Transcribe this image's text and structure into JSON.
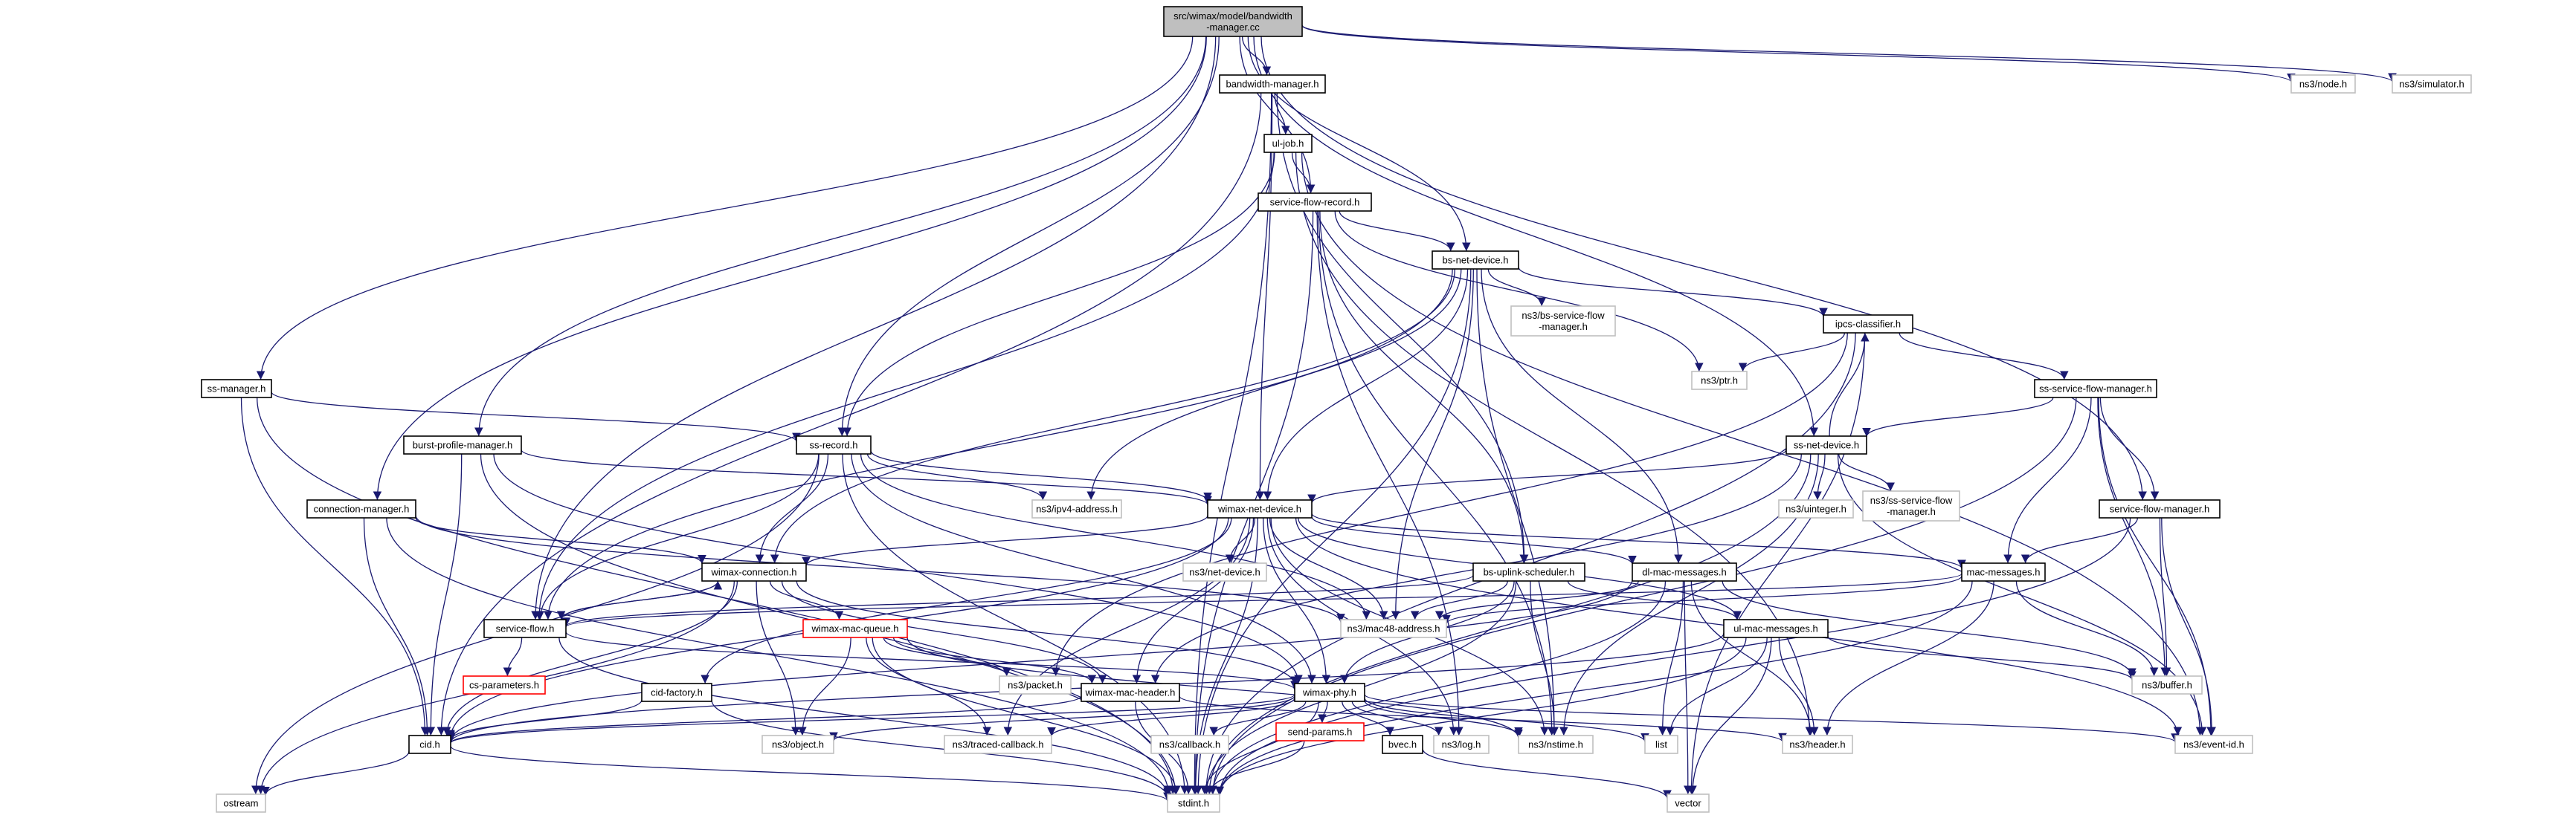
{
  "colors": {
    "edge": "#191970",
    "root_fill": "#bfbfbf",
    "node_border": "#000000",
    "external_border": "#bfbfbf",
    "missing_border": "#ff0000"
  },
  "nodes": [
    {
      "id": "root",
      "lines": [
        "src/wimax/model/bandwidth",
        "-manager.cc"
      ],
      "style": "root"
    },
    {
      "id": "bwm_h",
      "lines": [
        "bandwidth-manager.h"
      ],
      "style": "std"
    },
    {
      "id": "node_h",
      "lines": [
        "ns3/node.h"
      ],
      "style": "ext"
    },
    {
      "id": "sim_h",
      "lines": [
        "ns3/simulator.h"
      ],
      "style": "ext"
    },
    {
      "id": "uljob_h",
      "lines": [
        "ul-job.h"
      ],
      "style": "std"
    },
    {
      "id": "sfr_h",
      "lines": [
        "service-flow-record.h"
      ],
      "style": "std"
    },
    {
      "id": "bsnet_h",
      "lines": [
        "bs-net-device.h"
      ],
      "style": "std"
    },
    {
      "id": "bssfm_h",
      "lines": [
        "ns3/bs-service-flow",
        "-manager.h"
      ],
      "style": "ext"
    },
    {
      "id": "ipcs_h",
      "lines": [
        "ipcs-classifier.h"
      ],
      "style": "std"
    },
    {
      "id": "ptr_h",
      "lines": [
        "ns3/ptr.h"
      ],
      "style": "ext"
    },
    {
      "id": "sssfm_h",
      "lines": [
        "ss-service-flow-manager.h"
      ],
      "style": "std"
    },
    {
      "id": "ssmgr_h",
      "lines": [
        "ss-manager.h"
      ],
      "style": "std"
    },
    {
      "id": "bpm_h",
      "lines": [
        "burst-profile-manager.h"
      ],
      "style": "std"
    },
    {
      "id": "ssrec_h",
      "lines": [
        "ss-record.h"
      ],
      "style": "std"
    },
    {
      "id": "ssnet_h",
      "lines": [
        "ss-net-device.h"
      ],
      "style": "std"
    },
    {
      "id": "uint_h",
      "lines": [
        "ns3/uinteger.h"
      ],
      "style": "ext"
    },
    {
      "id": "sssfm2_h",
      "lines": [
        "ns3/ss-service-flow",
        "-manager.h"
      ],
      "style": "ext"
    },
    {
      "id": "sfm_h",
      "lines": [
        "service-flow-manager.h"
      ],
      "style": "std"
    },
    {
      "id": "connmgr_h",
      "lines": [
        "connection-manager.h"
      ],
      "style": "std"
    },
    {
      "id": "ipv4_h",
      "lines": [
        "ns3/ipv4-address.h"
      ],
      "style": "ext"
    },
    {
      "id": "wnd_h",
      "lines": [
        "wimax-net-device.h"
      ],
      "style": "std"
    },
    {
      "id": "netdev_h",
      "lines": [
        "ns3/net-device.h"
      ],
      "style": "ext"
    },
    {
      "id": "wconn_h",
      "lines": [
        "wimax-connection.h"
      ],
      "style": "std"
    },
    {
      "id": "bsul_h",
      "lines": [
        "bs-uplink-scheduler.h"
      ],
      "style": "std"
    },
    {
      "id": "dlmac_h",
      "lines": [
        "dl-mac-messages.h"
      ],
      "style": "std"
    },
    {
      "id": "macmsg_h",
      "lines": [
        "mac-messages.h"
      ],
      "style": "std"
    },
    {
      "id": "mac48_h",
      "lines": [
        "ns3/mac48-address.h"
      ],
      "style": "ext"
    },
    {
      "id": "sf_h",
      "lines": [
        "service-flow.h"
      ],
      "style": "std"
    },
    {
      "id": "wmq_h",
      "lines": [
        "wimax-mac-queue.h"
      ],
      "style": "red"
    },
    {
      "id": "ulmac_h",
      "lines": [
        "ul-mac-messages.h"
      ],
      "style": "std"
    },
    {
      "id": "csp_h",
      "lines": [
        "cs-parameters.h"
      ],
      "style": "red"
    },
    {
      "id": "packet_h",
      "lines": [
        "ns3/packet.h"
      ],
      "style": "ext"
    },
    {
      "id": "cidf_h",
      "lines": [
        "cid-factory.h"
      ],
      "style": "std"
    },
    {
      "id": "wmh_h",
      "lines": [
        "wimax-mac-header.h"
      ],
      "style": "std"
    },
    {
      "id": "wphy_h",
      "lines": [
        "wimax-phy.h"
      ],
      "style": "std"
    },
    {
      "id": "buffer_h",
      "lines": [
        "ns3/buffer.h"
      ],
      "style": "ext"
    },
    {
      "id": "cid_h",
      "lines": [
        "cid.h"
      ],
      "style": "std"
    },
    {
      "id": "object_h",
      "lines": [
        "ns3/object.h"
      ],
      "style": "ext"
    },
    {
      "id": "tcb_h",
      "lines": [
        "ns3/traced-callback.h"
      ],
      "style": "ext"
    },
    {
      "id": "cb_h",
      "lines": [
        "ns3/callback.h"
      ],
      "style": "ext"
    },
    {
      "id": "sendp_h",
      "lines": [
        "send-params.h"
      ],
      "style": "red"
    },
    {
      "id": "bvec_h",
      "lines": [
        "bvec.h"
      ],
      "style": "std"
    },
    {
      "id": "log_h",
      "lines": [
        "ns3/log.h"
      ],
      "style": "ext"
    },
    {
      "id": "nstime_h",
      "lines": [
        "ns3/nstime.h"
      ],
      "style": "ext"
    },
    {
      "id": "list",
      "lines": [
        "list"
      ],
      "style": "ext"
    },
    {
      "id": "header_h",
      "lines": [
        "ns3/header.h"
      ],
      "style": "ext"
    },
    {
      "id": "eventid_h",
      "lines": [
        "ns3/event-id.h"
      ],
      "style": "ext"
    },
    {
      "id": "ostream",
      "lines": [
        "ostream"
      ],
      "style": "ext"
    },
    {
      "id": "stdint_h",
      "lines": [
        "stdint.h"
      ],
      "style": "ext"
    },
    {
      "id": "vector",
      "lines": [
        "vector"
      ],
      "style": "ext"
    }
  ],
  "edges": [
    [
      "root",
      "bwm_h"
    ],
    [
      "root",
      "node_h"
    ],
    [
      "root",
      "sim_h"
    ],
    [
      "root",
      "sfr_h"
    ],
    [
      "root",
      "bsnet_h"
    ],
    [
      "root",
      "ssrec_h"
    ],
    [
      "root",
      "ssmgr_h"
    ],
    [
      "root",
      "bpm_h"
    ],
    [
      "root",
      "connmgr_h"
    ],
    [
      "root",
      "sf_h"
    ],
    [
      "root",
      "ssnet_h"
    ],
    [
      "root",
      "sfm_h"
    ],
    [
      "bwm_h",
      "uljob_h"
    ],
    [
      "bwm_h",
      "wnd_h"
    ],
    [
      "bwm_h",
      "bsul_h"
    ],
    [
      "bwm_h",
      "cid_h"
    ],
    [
      "bwm_h",
      "stdint_h"
    ],
    [
      "uljob_h",
      "sfr_h"
    ],
    [
      "uljob_h",
      "ssrec_h"
    ],
    [
      "uljob_h",
      "sf_h"
    ],
    [
      "uljob_h",
      "header_h"
    ],
    [
      "uljob_h",
      "eventid_h"
    ],
    [
      "sfr_h",
      "bsnet_h"
    ],
    [
      "sfr_h",
      "bsul_h"
    ],
    [
      "sfr_h",
      "stdint_h"
    ],
    [
      "sfr_h",
      "ptr_h"
    ],
    [
      "sfr_h",
      "nstime_h"
    ],
    [
      "sfr_h",
      "log_h"
    ],
    [
      "bsnet_h",
      "ipcs_h"
    ],
    [
      "bsnet_h",
      "bssfm_h"
    ],
    [
      "bsnet_h",
      "wnd_h"
    ],
    [
      "bsnet_h",
      "dlmac_h"
    ],
    [
      "bsnet_h",
      "wconn_h"
    ],
    [
      "bsnet_h",
      "ipv4_h"
    ],
    [
      "bsnet_h",
      "mac48_h"
    ],
    [
      "bsnet_h",
      "nstime_h"
    ],
    [
      "bsnet_h",
      "stdint_h"
    ],
    [
      "bsnet_h",
      "sf_h"
    ],
    [
      "ipcs_h",
      "ptr_h"
    ],
    [
      "ipcs_h",
      "sssfm_h"
    ],
    [
      "ipcs_h",
      "stdint_h"
    ],
    [
      "ipcs_h",
      "packet_h"
    ],
    [
      "ipcs_h",
      "vector"
    ],
    [
      "sssfm_h",
      "ssnet_h"
    ],
    [
      "sssfm_h",
      "sfm_h"
    ],
    [
      "sssfm_h",
      "macmsg_h"
    ],
    [
      "sssfm_h",
      "buffer_h"
    ],
    [
      "sssfm_h",
      "eventid_h"
    ],
    [
      "sssfm_h",
      "stdint_h"
    ],
    [
      "ssmgr_h",
      "ssrec_h"
    ],
    [
      "ssmgr_h",
      "cid_h"
    ],
    [
      "ssmgr_h",
      "stdint_h"
    ],
    [
      "bpm_h",
      "wnd_h"
    ],
    [
      "bpm_h",
      "cid_h"
    ],
    [
      "bpm_h",
      "stdint_h"
    ],
    [
      "bpm_h",
      "wphy_h"
    ],
    [
      "ssrec_h",
      "wnd_h"
    ],
    [
      "ssrec_h",
      "wconn_h"
    ],
    [
      "ssrec_h",
      "sf_h"
    ],
    [
      "ssrec_h",
      "ipv4_h"
    ],
    [
      "ssrec_h",
      "mac48_h"
    ],
    [
      "ssrec_h",
      "wphy_h"
    ],
    [
      "ssrec_h",
      "ostream"
    ],
    [
      "ssrec_h",
      "stdint_h"
    ],
    [
      "ssnet_h",
      "ipcs_h"
    ],
    [
      "ssnet_h",
      "wnd_h"
    ],
    [
      "ssnet_h",
      "uint_h"
    ],
    [
      "ssnet_h",
      "sssfm2_h"
    ],
    [
      "ssnet_h",
      "nstime_h"
    ],
    [
      "ssnet_h",
      "wmh_h"
    ],
    [
      "ssnet_h",
      "eventid_h"
    ],
    [
      "ssnet_h",
      "stdint_h"
    ],
    [
      "sfm_h",
      "macmsg_h"
    ],
    [
      "sfm_h",
      "buffer_h"
    ],
    [
      "sfm_h",
      "eventid_h"
    ],
    [
      "sfm_h",
      "stdint_h"
    ],
    [
      "connmgr_h",
      "wconn_h"
    ],
    [
      "connmgr_h",
      "cid_h"
    ],
    [
      "connmgr_h",
      "stdint_h"
    ],
    [
      "connmgr_h",
      "mac48_h"
    ],
    [
      "wnd_h",
      "netdev_h"
    ],
    [
      "wnd_h",
      "wconn_h"
    ],
    [
      "wnd_h",
      "dlmac_h"
    ],
    [
      "wnd_h",
      "macmsg_h"
    ],
    [
      "wnd_h",
      "mac48_h"
    ],
    [
      "wnd_h",
      "wmh_h"
    ],
    [
      "wnd_h",
      "wphy_h"
    ],
    [
      "wnd_h",
      "cid_h"
    ],
    [
      "wnd_h",
      "tcb_h"
    ],
    [
      "wnd_h",
      "nstime_h"
    ],
    [
      "wnd_h",
      "log_h"
    ],
    [
      "wnd_h",
      "eventid_h"
    ],
    [
      "wnd_h",
      "ulmac_h"
    ],
    [
      "wnd_h",
      "cidf_h"
    ],
    [
      "wnd_h",
      "stdint_h"
    ],
    [
      "wconn_h",
      "wmq_h"
    ],
    [
      "wconn_h",
      "sf_h"
    ],
    [
      "wconn_h",
      "cid_h"
    ],
    [
      "wconn_h",
      "object_h"
    ],
    [
      "wconn_h",
      "wmh_h"
    ],
    [
      "wconn_h",
      "wphy_h"
    ],
    [
      "wconn_h",
      "ostream"
    ],
    [
      "bsul_h",
      "wphy_h"
    ],
    [
      "bsul_h",
      "mac48_h"
    ],
    [
      "bsul_h",
      "nstime_h"
    ],
    [
      "bsul_h",
      "ulmac_h"
    ],
    [
      "bsul_h",
      "sf_h"
    ],
    [
      "bsul_h",
      "stdint_h"
    ],
    [
      "dlmac_h",
      "mac48_h"
    ],
    [
      "dlmac_h",
      "buffer_h"
    ],
    [
      "dlmac_h",
      "list"
    ],
    [
      "dlmac_h",
      "header_h"
    ],
    [
      "dlmac_h",
      "stdint_h"
    ],
    [
      "dlmac_h",
      "vector"
    ],
    [
      "dlmac_h",
      "cid_h"
    ],
    [
      "macmsg_h",
      "mac48_h"
    ],
    [
      "macmsg_h",
      "buffer_h"
    ],
    [
      "macmsg_h",
      "header_h"
    ],
    [
      "macmsg_h",
      "stdint_h"
    ],
    [
      "macmsg_h",
      "sf_h"
    ],
    [
      "sf_h",
      "csp_h"
    ],
    [
      "sf_h",
      "wconn_h"
    ],
    [
      "sf_h",
      "stdint_h"
    ],
    [
      "sf_h",
      "wphy_h"
    ],
    [
      "wmq_h",
      "packet_h"
    ],
    [
      "wmq_h",
      "object_h"
    ],
    [
      "wmq_h",
      "tcb_h"
    ],
    [
      "wmq_h",
      "wmh_h"
    ],
    [
      "wmq_h",
      "stdint_h"
    ],
    [
      "wmq_h",
      "nstime_h"
    ],
    [
      "ulmac_h",
      "list"
    ],
    [
      "ulmac_h",
      "header_h"
    ],
    [
      "ulmac_h",
      "stdint_h"
    ],
    [
      "ulmac_h",
      "vector"
    ],
    [
      "ulmac_h",
      "buffer_h"
    ],
    [
      "ulmac_h",
      "cid_h"
    ],
    [
      "cidf_h",
      "cid_h"
    ],
    [
      "cidf_h",
      "stdint_h"
    ],
    [
      "wmh_h",
      "cid_h"
    ],
    [
      "wmh_h",
      "header_h"
    ],
    [
      "wmh_h",
      "stdint_h"
    ],
    [
      "wphy_h",
      "cid_h"
    ],
    [
      "wphy_h",
      "object_h"
    ],
    [
      "wphy_h",
      "tcb_h"
    ],
    [
      "wphy_h",
      "cb_h"
    ],
    [
      "wphy_h",
      "sendp_h"
    ],
    [
      "wphy_h",
      "bvec_h"
    ],
    [
      "wphy_h",
      "log_h"
    ],
    [
      "wphy_h",
      "nstime_h"
    ],
    [
      "wphy_h",
      "list"
    ],
    [
      "wphy_h",
      "eventid_h"
    ],
    [
      "wphy_h",
      "stdint_h"
    ],
    [
      "sendp_h",
      "stdint_h"
    ],
    [
      "bvec_h",
      "vector"
    ],
    [
      "cid_h",
      "ostream"
    ],
    [
      "cid_h",
      "stdint_h"
    ]
  ]
}
